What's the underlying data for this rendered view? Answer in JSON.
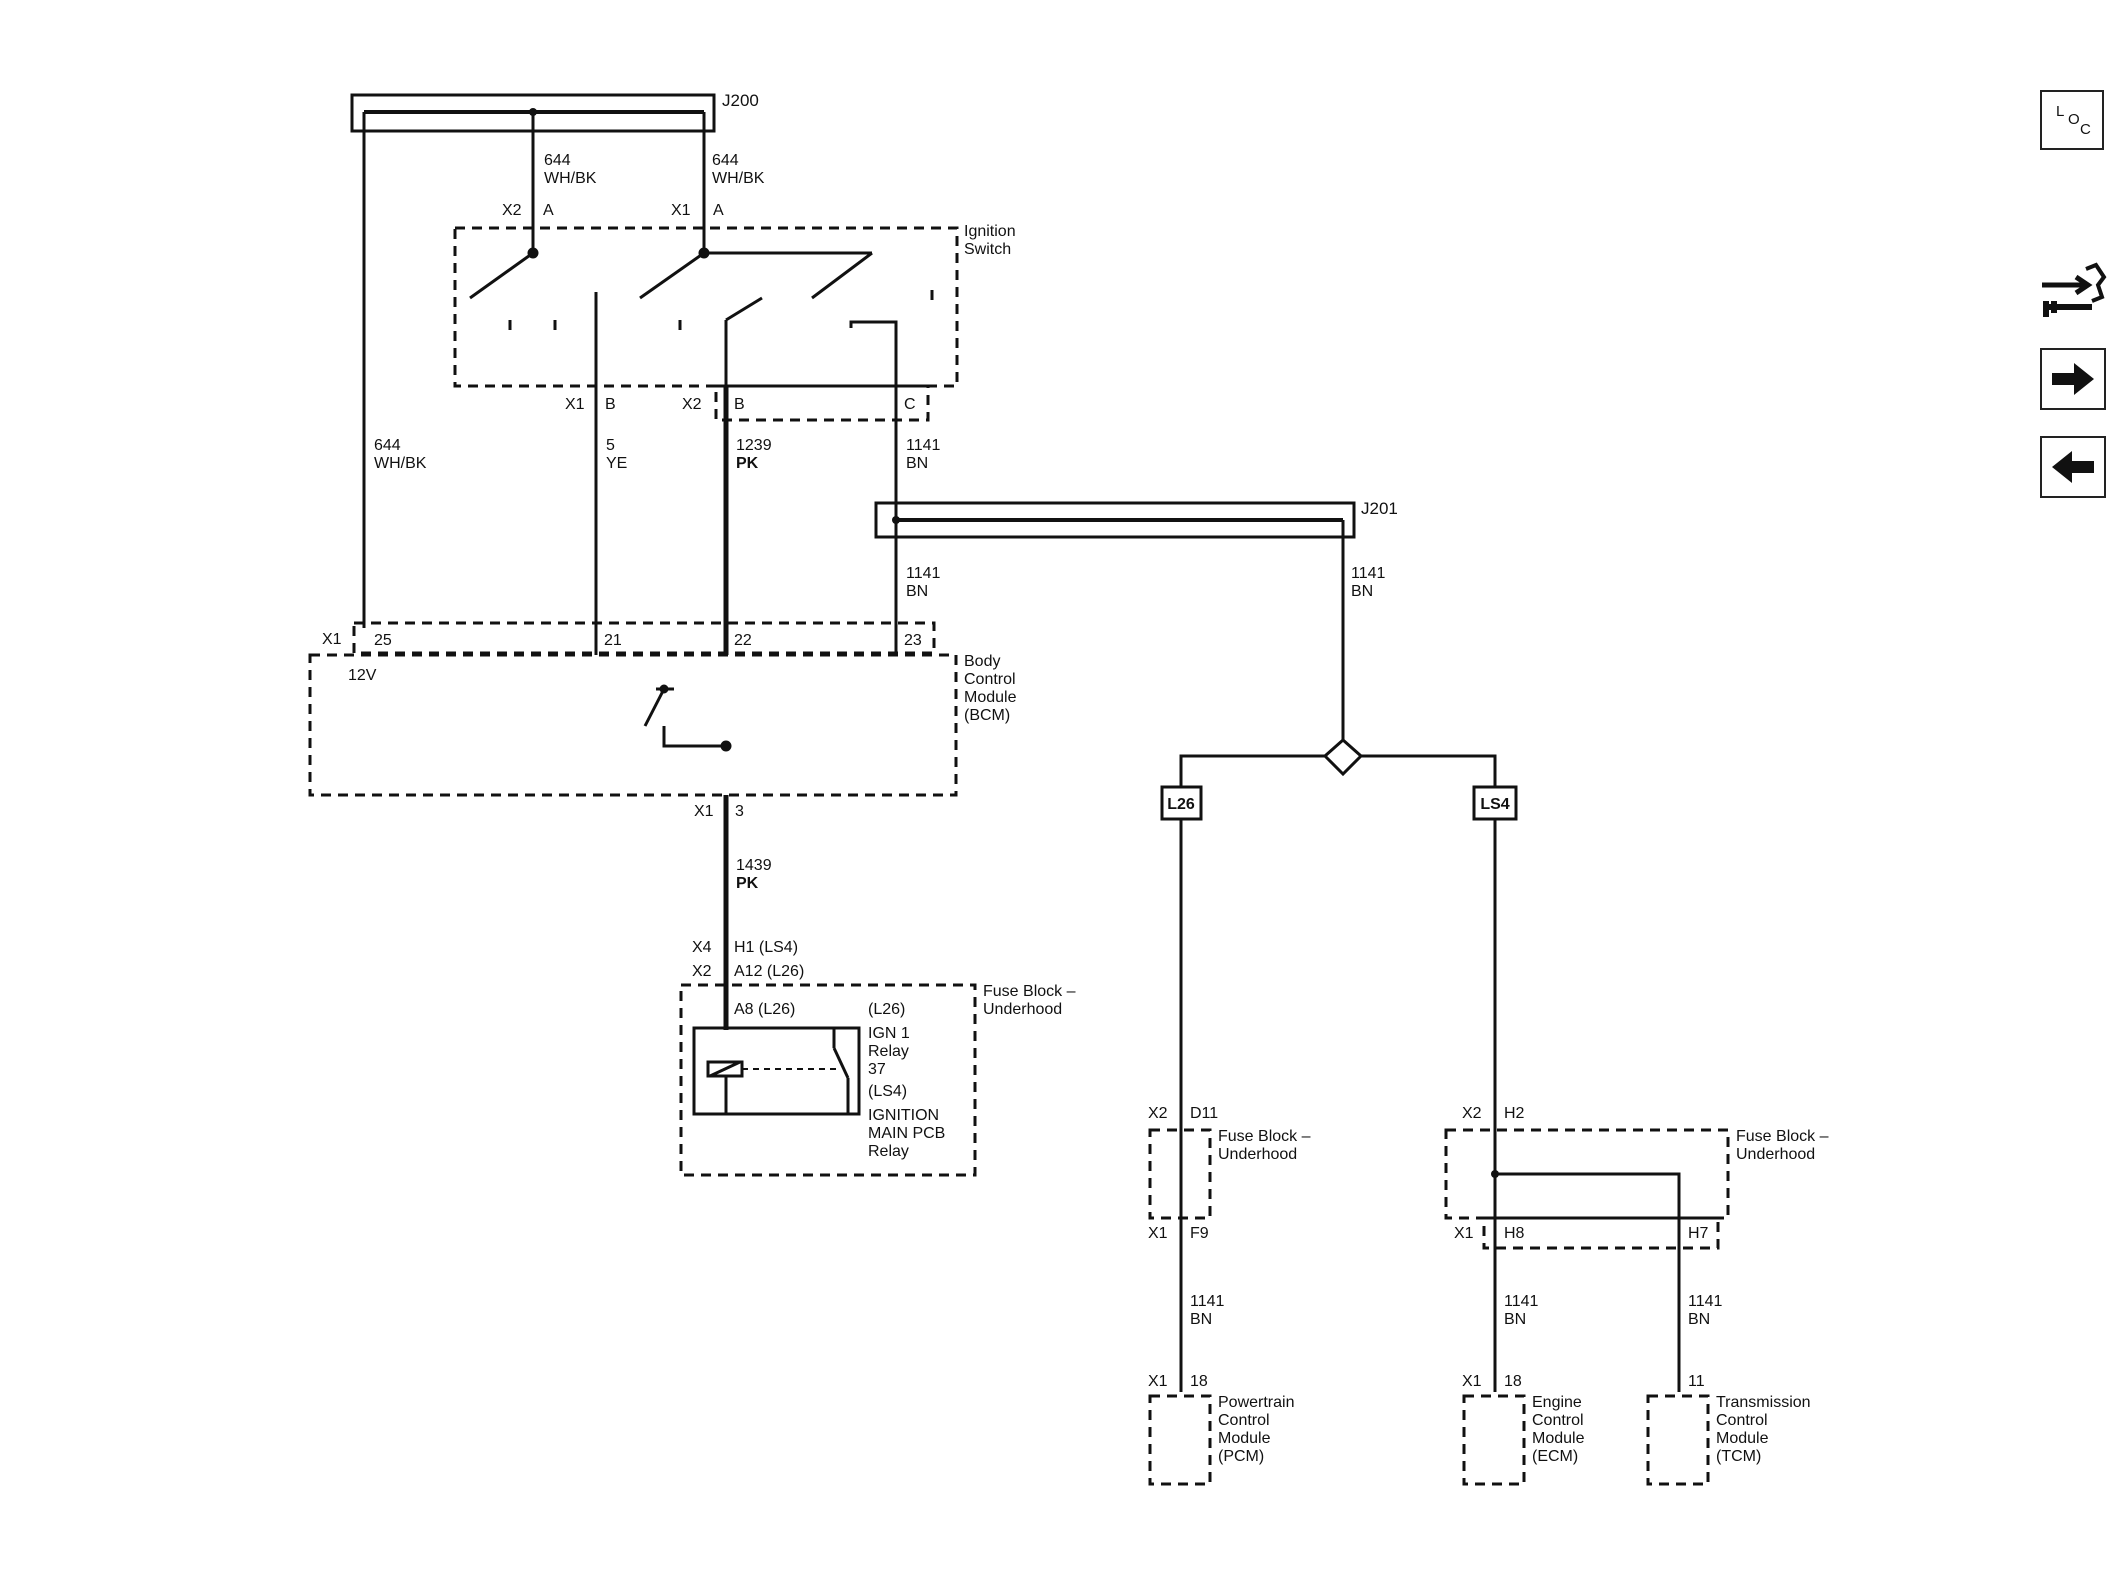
{
  "connectors": {
    "j200": "J200",
    "j201": "J201"
  },
  "wires": {
    "w644a": {
      "circuit": "644",
      "color": "WH/BK"
    },
    "w644b": {
      "circuit": "644",
      "color": "WH/BK"
    },
    "w644c": {
      "circuit": "644",
      "color": "WH/BK"
    },
    "w5": {
      "circuit": "5",
      "color": "YE"
    },
    "w1239": {
      "circuit": "1239",
      "color": "PK"
    },
    "w1141a": {
      "circuit": "1141",
      "color": "BN"
    },
    "w1141b": {
      "circuit": "1141",
      "color": "BN"
    },
    "w1141c": {
      "circuit": "1141",
      "color": "BN"
    },
    "w1439": {
      "circuit": "1439",
      "color": "PK"
    },
    "w1141d": {
      "circuit": "1141",
      "color": "BN"
    },
    "w1141e": {
      "circuit": "1141",
      "color": "BN"
    },
    "w1141f": {
      "circuit": "1141",
      "color": "BN"
    }
  },
  "ignition_switch": {
    "name_line1": "Ignition",
    "name_line2": "Switch",
    "pin_x2": "X2",
    "pin_a1": "A",
    "pin_x1": "X1",
    "pin_a2": "A",
    "out_x1": "X1",
    "out_b1": "B",
    "out_x2": "X2",
    "out_b2": "B",
    "out_c": "C"
  },
  "bcm": {
    "line1": "Body",
    "line2": "Control",
    "line3": "Module",
    "line4": "(BCM)",
    "conn": "X1",
    "p25": "25",
    "p21": "21",
    "p22": "22",
    "p23": "23",
    "voltage": "12V",
    "out_conn": "X1",
    "out_pin": "3"
  },
  "fuse_block_main": {
    "title_line1": "Fuse Block –",
    "title_line2": "Underhood",
    "x4": "X4",
    "h1": "H1 (LS4)",
    "x2": "X2",
    "a12": "A12 (L26)",
    "a8": "A8 (L26)",
    "r1": "(L26)",
    "r2": "IGN 1",
    "r3": "Relay",
    "r4": "37",
    "r5": "(LS4)",
    "r6": "IGNITION",
    "r7": "MAIN PCB",
    "r8": "Relay"
  },
  "options": {
    "l26": "L26",
    "ls4": "LS4"
  },
  "fuse_block_l26": {
    "title_line1": "Fuse Block –",
    "title_line2": "Underhood",
    "in_conn": "X2",
    "in_pin": "D11",
    "out_conn": "X1",
    "out_pin": "F9"
  },
  "fuse_block_ls4": {
    "title_line1": "Fuse Block –",
    "title_line2": "Underhood",
    "in_conn": "X2",
    "in_pin": "H2",
    "out_conn": "X1",
    "out_pin1": "H8",
    "out_pin2": "H7"
  },
  "pcm": {
    "conn": "X1",
    "pin": "18",
    "line1": "Powertrain",
    "line2": "Control",
    "line3": "Module",
    "line4": "(PCM)"
  },
  "ecm": {
    "conn": "X1",
    "pin": "18",
    "line1": "Engine",
    "line2": "Control",
    "line3": "Module",
    "line4": "(ECM)"
  },
  "tcm": {
    "pin": "11",
    "line1": "Transmission",
    "line2": "Control",
    "line3": "Module",
    "line4": "(TCM)"
  },
  "nav": {
    "loc_l": "L",
    "loc_o": "O",
    "loc_c": "C",
    "icons": [
      "loc-icon",
      "connector-wrench-icon",
      "arrow-right-icon",
      "arrow-left-icon"
    ]
  }
}
